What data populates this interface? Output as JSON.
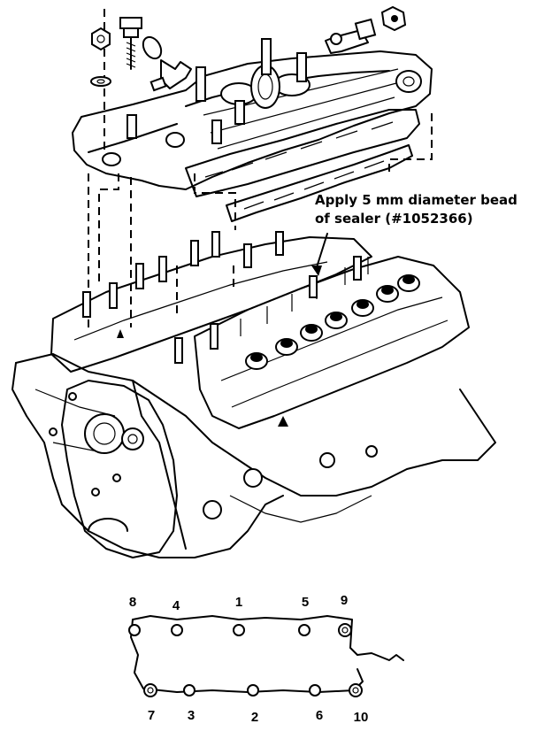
{
  "callout": {
    "line1": "Apply 5 mm diameter bead",
    "line2": "of sealer (#1052366)"
  },
  "torque_sequence": {
    "top_row": [
      "8",
      "4",
      "1",
      "5",
      "9"
    ],
    "bottom_row": [
      "7",
      "3",
      "2",
      "6",
      "10"
    ]
  }
}
